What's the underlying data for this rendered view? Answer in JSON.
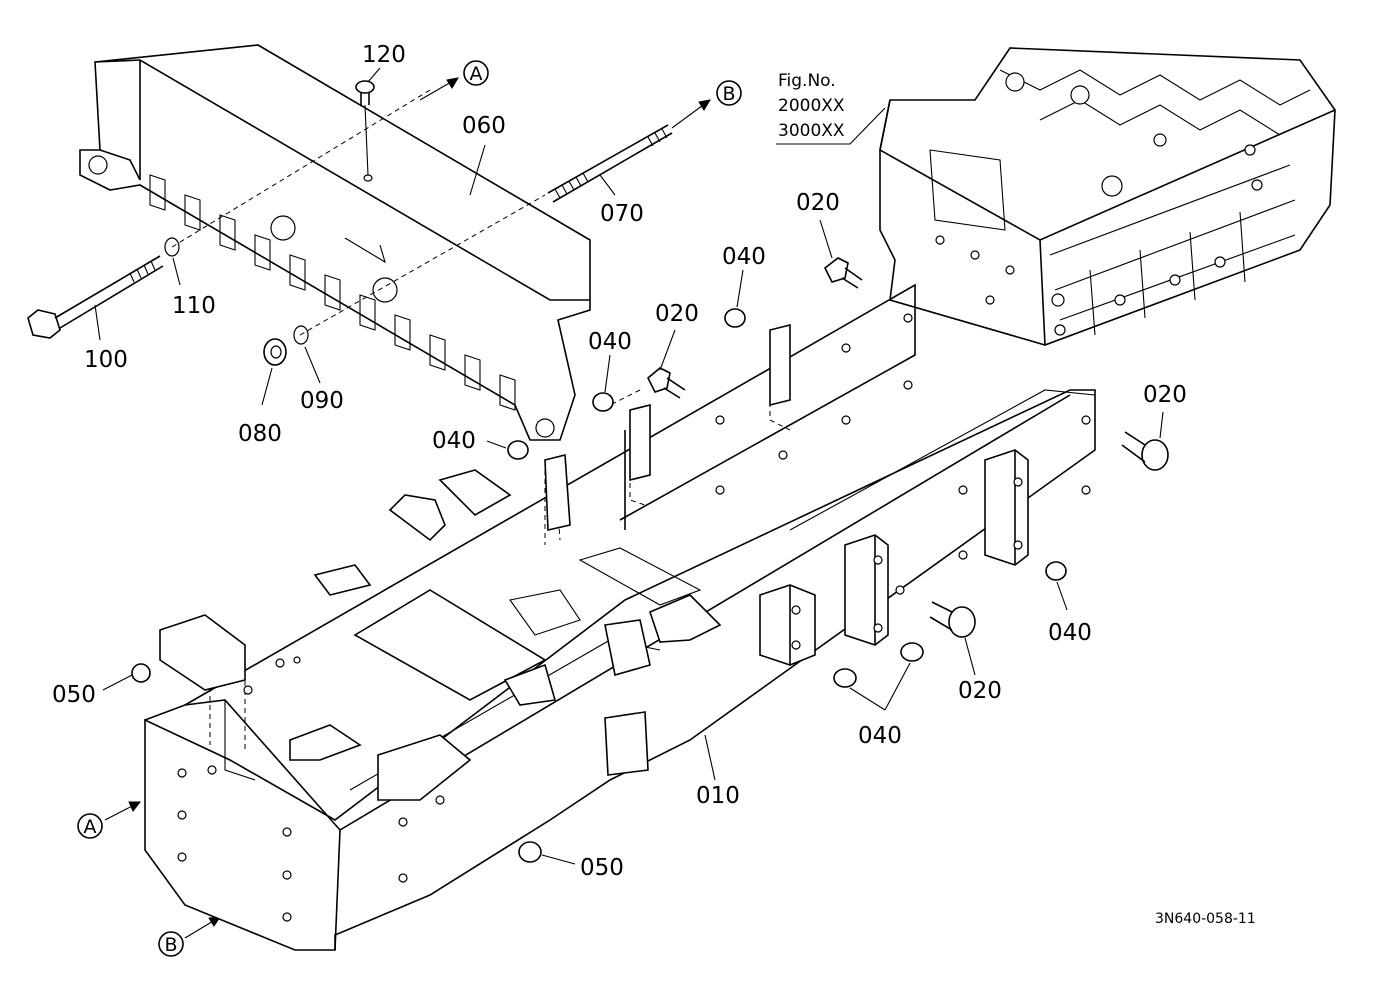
{
  "figure": {
    "fig_no_label": "Fig.No.",
    "fig_numbers": [
      "2000XX",
      "3000XX"
    ],
    "drawing_code": "3N640-058-11"
  },
  "callouts": {
    "a": "A",
    "b": "B"
  },
  "parts": {
    "p120": "120",
    "p060": "060",
    "p070": "070",
    "p110": "110",
    "p100": "100",
    "p080": "080",
    "p090": "090",
    "p020_top": "020",
    "p040_top": "040",
    "p020_mid": "020",
    "p040_mid": "040",
    "p040_left": "040",
    "p020_right": "020",
    "p040_right": "040",
    "p020_bottom": "020",
    "p040_bottom": "040",
    "p050_left": "050",
    "p050_bottom": "050",
    "p010": "010"
  }
}
